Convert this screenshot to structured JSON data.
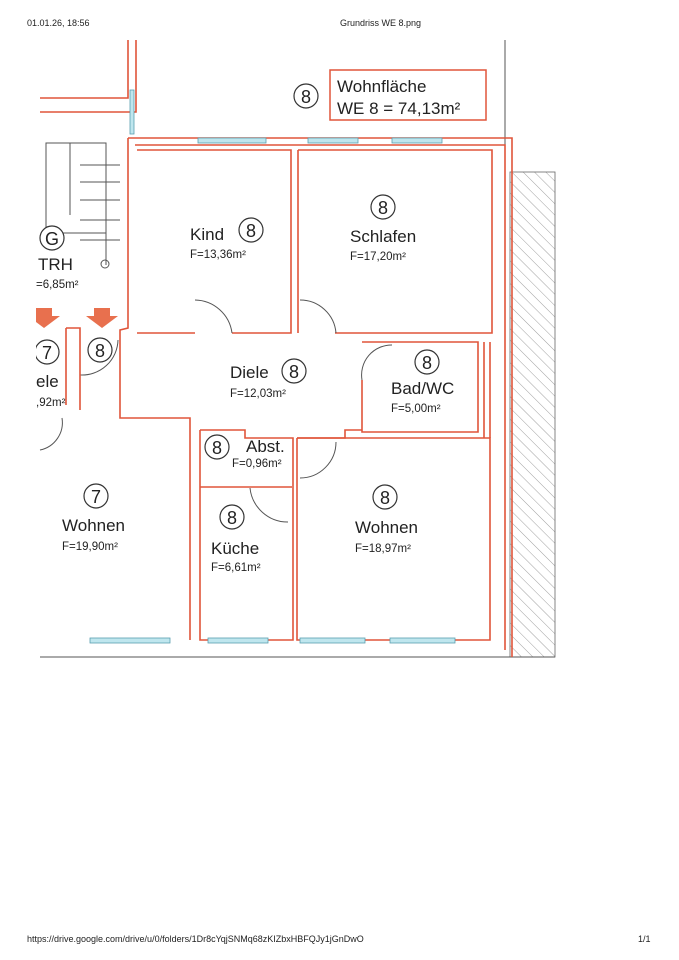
{
  "header": {
    "timestamp": "01.01.26, 18:56",
    "title": "Grundriss WE 8.png"
  },
  "footer": {
    "url": "https://drive.google.com/drive/u/0/folders/1Dr8cYqjSNMq68zKIZbxHBFQJy1jGnDwO",
    "page": "1/1"
  },
  "plan": {
    "summary": {
      "unit": "8",
      "line1": "Wohnfläche",
      "line2": "WE 8 = 74,13m²"
    },
    "rooms": [
      {
        "name": "Kind",
        "unit": "8",
        "area": "F=13,36m²"
      },
      {
        "name": "Schlafen",
        "unit": "8",
        "area": "F=17,20m²"
      },
      {
        "name": "Diele",
        "unit": "8",
        "area": "F=12,03m²"
      },
      {
        "name": "Bad/WC",
        "unit": "8",
        "area": "F=5,00m²"
      },
      {
        "name": "Abst.",
        "unit": "8",
        "area": "F=0,96m²"
      },
      {
        "name": "Küche",
        "unit": "8",
        "area": "F=6,61m²"
      },
      {
        "name": "Wohnen",
        "unit": "8",
        "area": "F=18,97m²"
      },
      {
        "name": "Wohnen",
        "unit": "7",
        "area": "F=19,90m²"
      },
      {
        "name": "ele",
        "unit": "7",
        "area": ",92m²"
      },
      {
        "name": "TRH",
        "unit": "G",
        "area": "=6,85m²"
      }
    ],
    "entry_unit": "8",
    "colors": {
      "wall": "#e0553a",
      "window": "#bfe6ee",
      "arrow": "#e8704e"
    }
  }
}
